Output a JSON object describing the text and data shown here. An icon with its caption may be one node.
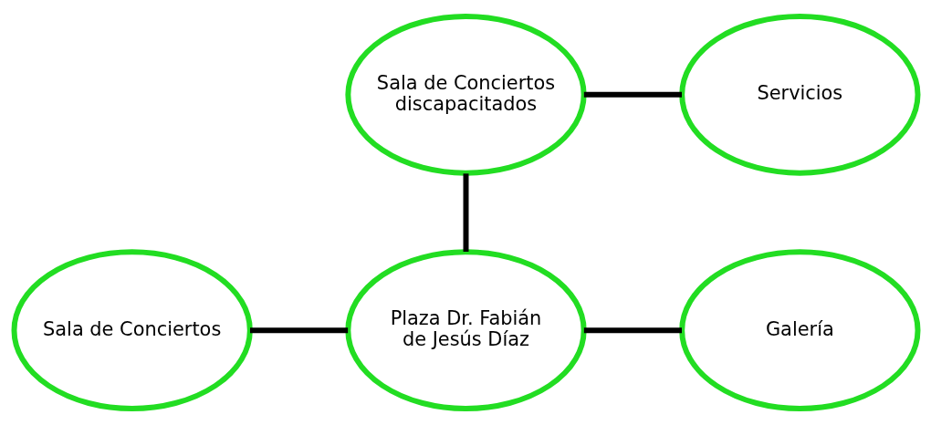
{
  "diagram": {
    "nodes": [
      {
        "text": [
          "Sala de Conciertos discapacitados"
        ]
      },
      {
        "text": [
          "Servicios"
        ]
      },
      {
        "text": [
          "Sala de Conciertos"
        ]
      },
      {
        "text": [
          "Plaza Dr. Fabián de Jesús Díaz"
        ]
      },
      {
        "text": [
          "Galería"
        ]
      }
    ],
    "edges": [
      {
        "from": 0,
        "to": 1,
        "arrow": "none"
      },
      {
        "from": 0,
        "to": 3,
        "arrow": "none"
      },
      {
        "from": 2,
        "to": 3,
        "arrow": "none"
      },
      {
        "from": 3,
        "to": 4,
        "arrow": "none"
      }
    ]
  }
}
